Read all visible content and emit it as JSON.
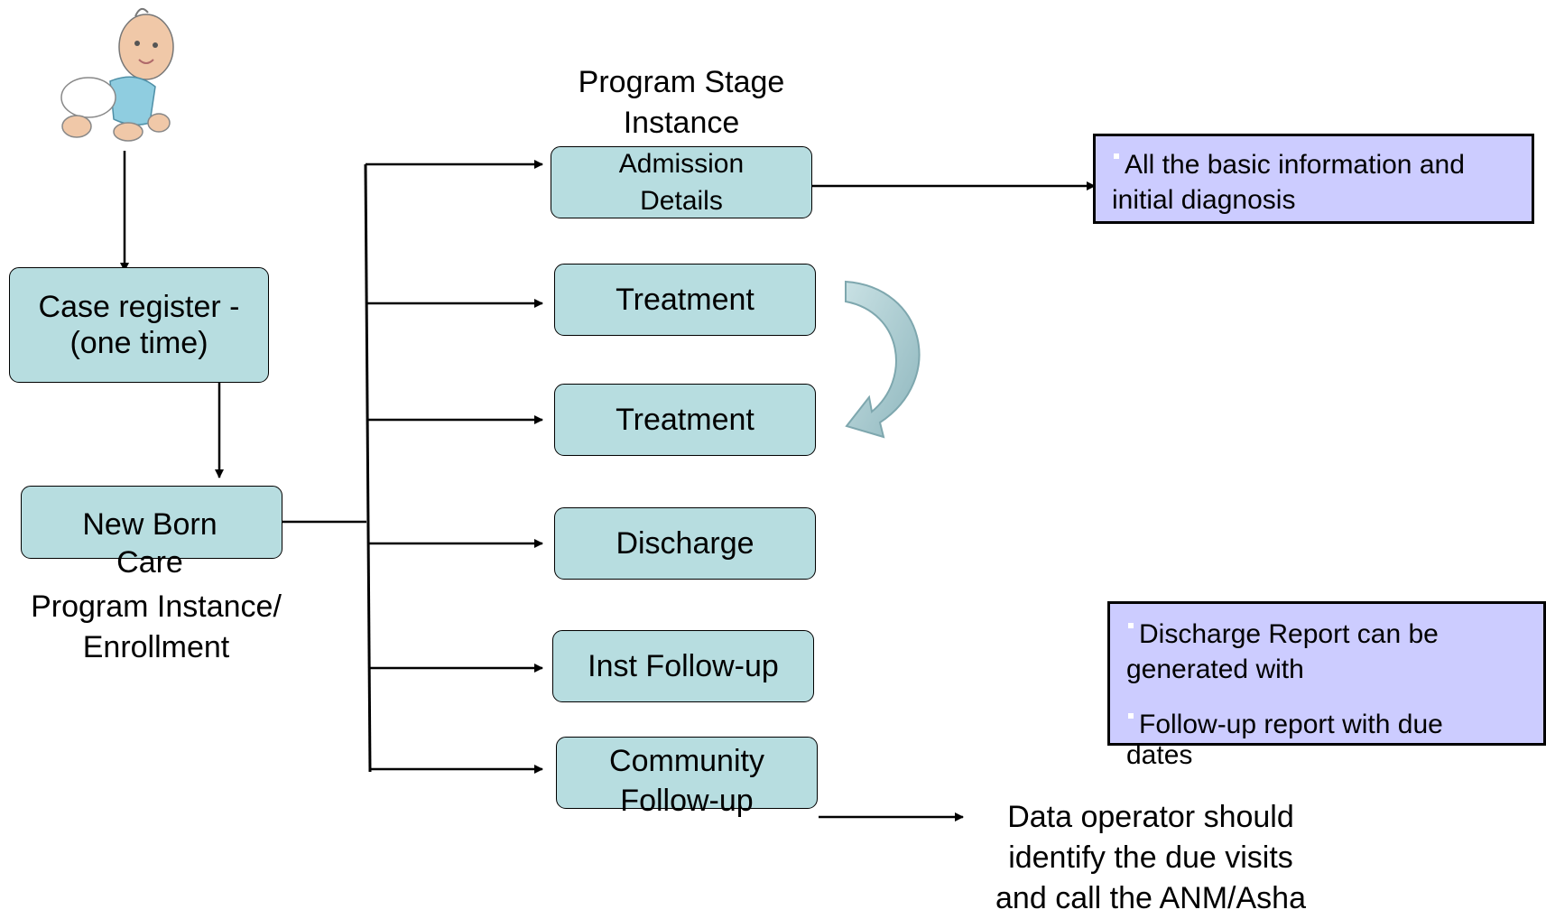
{
  "diagram": {
    "program_stage_heading": [
      "Program Stage",
      "Instance"
    ],
    "case_register": [
      "Case register  -",
      "(one time)"
    ],
    "new_born_care": [
      "New Born",
      "Care"
    ],
    "program_instance_label": [
      "Program Instance/",
      "Enrollment"
    ],
    "stages": [
      {
        "name": "admission",
        "lines": [
          "Admission",
          "Details"
        ]
      },
      {
        "name": "treatment-1",
        "lines": [
          "Treatment"
        ]
      },
      {
        "name": "treatment-2",
        "lines": [
          "Treatment"
        ]
      },
      {
        "name": "discharge",
        "lines": [
          "Discharge"
        ]
      },
      {
        "name": "inst-follow-up",
        "lines": [
          "Inst Follow-up"
        ]
      },
      {
        "name": "community-follow-up",
        "lines": [
          "Community",
          "Follow-up"
        ]
      }
    ],
    "note_admission": {
      "bullets": [
        [
          "All the basic information and",
          "initial diagnosis"
        ]
      ]
    },
    "note_discharge": {
      "bullets": [
        [
          "Discharge Report can be",
          "generated with"
        ],
        [
          "Follow-up report with due"
        ]
      ],
      "overflow": "dates"
    },
    "data_operator_text": [
      "Data operator should",
      "identify the due visits",
      "and call the ANM/Asha"
    ],
    "icons": {
      "baby": "baby-crawling-icon",
      "loop_arrow": "curved-arrow-icon"
    },
    "colors": {
      "box_fill": "#b7dde0",
      "note_fill": "#ccccff",
      "loop_arrow": "#a5c9cf"
    }
  }
}
